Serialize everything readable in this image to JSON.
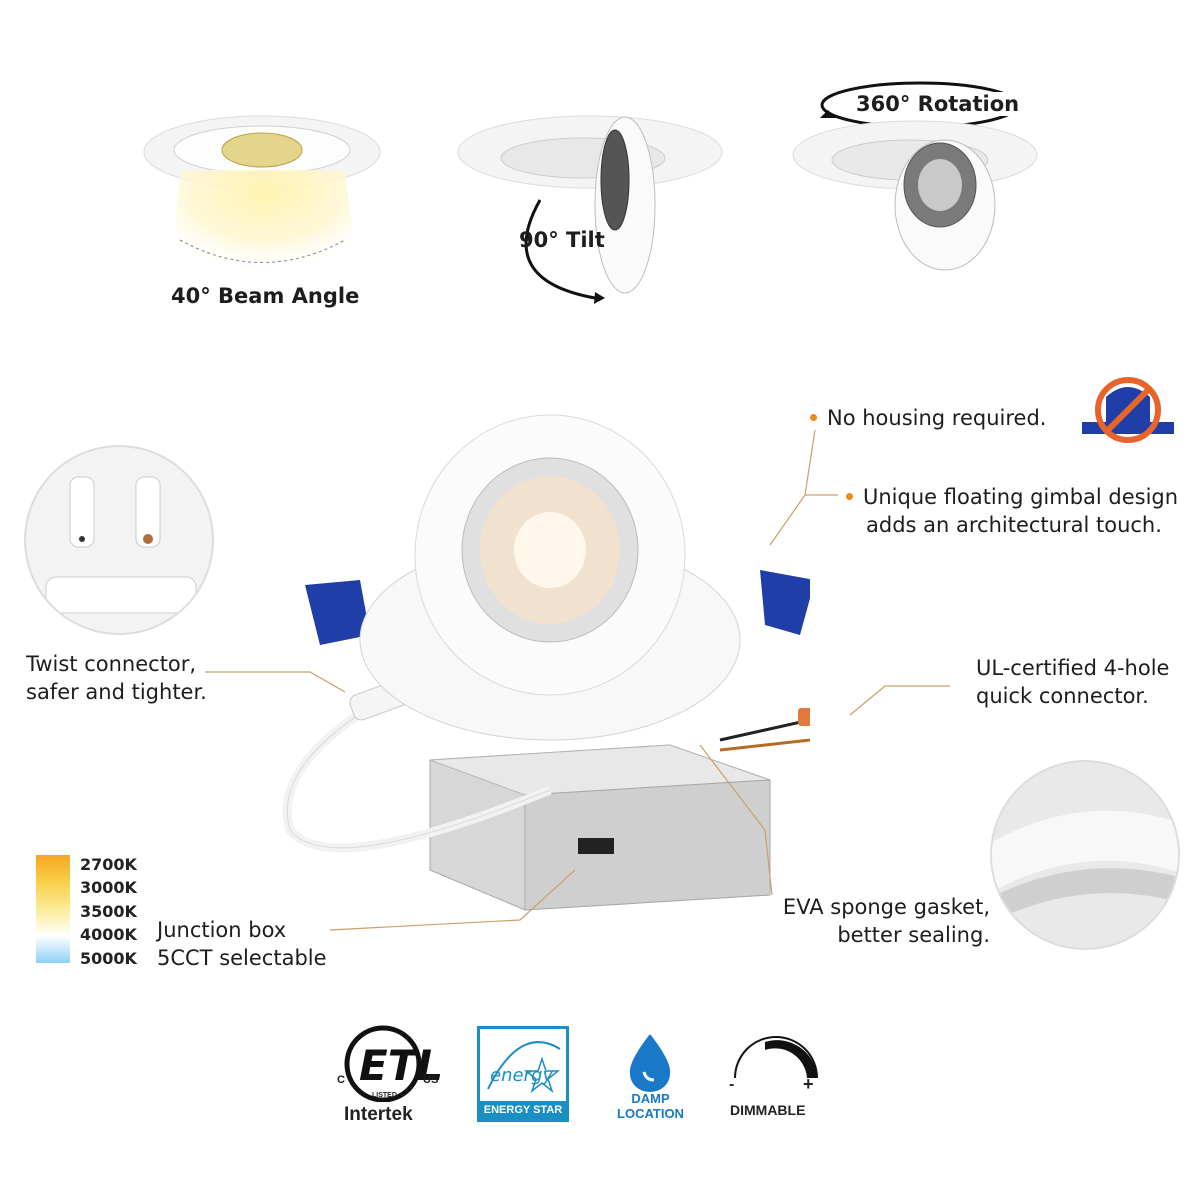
{
  "top_features": {
    "beam": {
      "label": "40° Beam Angle"
    },
    "tilt": {
      "label": "90° Tilt"
    },
    "rotation": {
      "label": "360° Rotation"
    }
  },
  "callouts": {
    "no_housing": "No housing required.",
    "gimbal_line1": "Unique floating gimbal design",
    "gimbal_line2": "adds an architectural touch.",
    "twist_line1": "Twist connector,",
    "twist_line2": "safer and tighter.",
    "ul_line1": "UL-certified 4-hole",
    "ul_line2": "quick connector.",
    "eva_line1": "EVA sponge gasket,",
    "eva_line2": "better sealing.",
    "jbox_line1": "Junction box",
    "jbox_line2": "5CCT selectable"
  },
  "cct": {
    "values": [
      "2700K",
      "3000K",
      "3500K",
      "4000K",
      "5000K"
    ],
    "gradient": [
      "#f6a623",
      "#f9cf4a",
      "#fbeb96",
      "#ffffff",
      "#8fd0f5"
    ]
  },
  "certifications": {
    "etl": {
      "brand": "Intertek",
      "left": "C",
      "right": "US",
      "sub": "LISTED"
    },
    "energy_star": {
      "script": "energy",
      "label": "ENERGY STAR"
    },
    "damp": {
      "line1": "DAMP",
      "line2": "LOCATION"
    },
    "dimmable": {
      "minus": "-",
      "plus": "+",
      "label": "DIMMABLE"
    }
  },
  "colors": {
    "accent_orange": "#e88a1d",
    "clip_blue": "#1f3ea8",
    "energy_star_blue": "#1a8fc4",
    "damp_blue": "#1978c8"
  }
}
